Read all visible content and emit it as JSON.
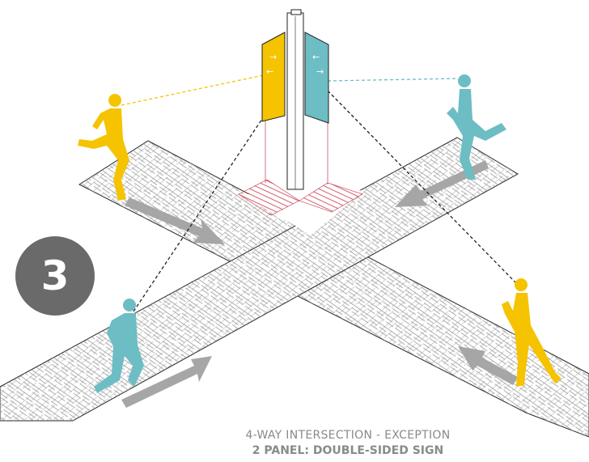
{
  "badge": {
    "number": "3",
    "color": "#6b6a6a"
  },
  "caption": {
    "line1": "4-WAY INTERSECTION - EXCEPTION",
    "line2": "2 PANEL: DOUBLE-SIDED SIGN"
  },
  "colors": {
    "pedestrian_yellow": "#f5c300",
    "pedestrian_teal": "#6dbdc4",
    "arrow_gray": "#a6a6a6",
    "hatch_red": "#c8354a",
    "path_pattern": "#9a9a9a"
  },
  "sign_panels": [
    {
      "side": "left",
      "color": "#f5c300",
      "arrows": [
        "→",
        "←"
      ]
    },
    {
      "side": "right",
      "color": "#6dbdc4",
      "arrows": [
        "←",
        "→"
      ]
    }
  ],
  "pedestrians": [
    {
      "position": "upper-left",
      "color": "#f5c300"
    },
    {
      "position": "upper-right",
      "color": "#6dbdc4"
    },
    {
      "position": "lower-left",
      "color": "#6dbdc4"
    },
    {
      "position": "lower-right",
      "color": "#f5c300"
    }
  ]
}
